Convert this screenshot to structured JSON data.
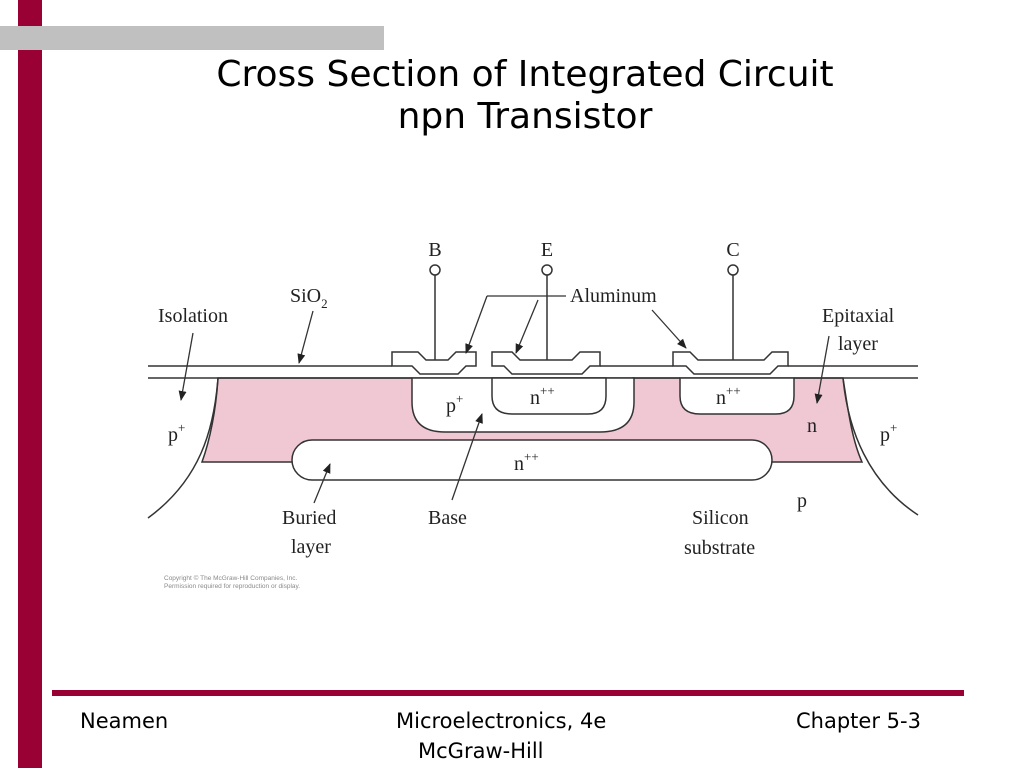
{
  "slide": {
    "title_line1": "Cross Section of Integrated Circuit",
    "title_line2": "npn Transistor",
    "colors": {
      "accent_bar": "#990033",
      "top_bar": "#c0c0c0",
      "epitaxial_fill": "#f0c8d4"
    }
  },
  "diagram": {
    "terminals": {
      "base": "B",
      "emitter": "E",
      "collector": "C"
    },
    "labels": {
      "isolation": "Isolation",
      "sio2": "SiO",
      "sio2_sub": "2",
      "aluminum": "Aluminum",
      "epitaxial_line1": "Epitaxial",
      "epitaxial_line2": "layer",
      "p_plus_left": "p",
      "p_plus_right": "p",
      "plus": "+",
      "base_region": "p",
      "emitter_region": "n",
      "collector_contact": "n",
      "plusplus": "++",
      "n_epi": "n",
      "buried_region": "n",
      "substrate_p": "p",
      "buried_line1": "Buried",
      "buried_line2": "layer",
      "base": "Base",
      "silicon_line1": "Silicon",
      "silicon_line2": "substrate"
    },
    "copyright_line1": "Copyright © The McGraw-Hill Companies, Inc.",
    "copyright_line2": "Permission required for reproduction or display."
  },
  "footer": {
    "left": "Neamen",
    "center_line1": "Microelectronics, 4e",
    "center_line2": "McGraw-Hill",
    "right": "Chapter 5-3"
  }
}
